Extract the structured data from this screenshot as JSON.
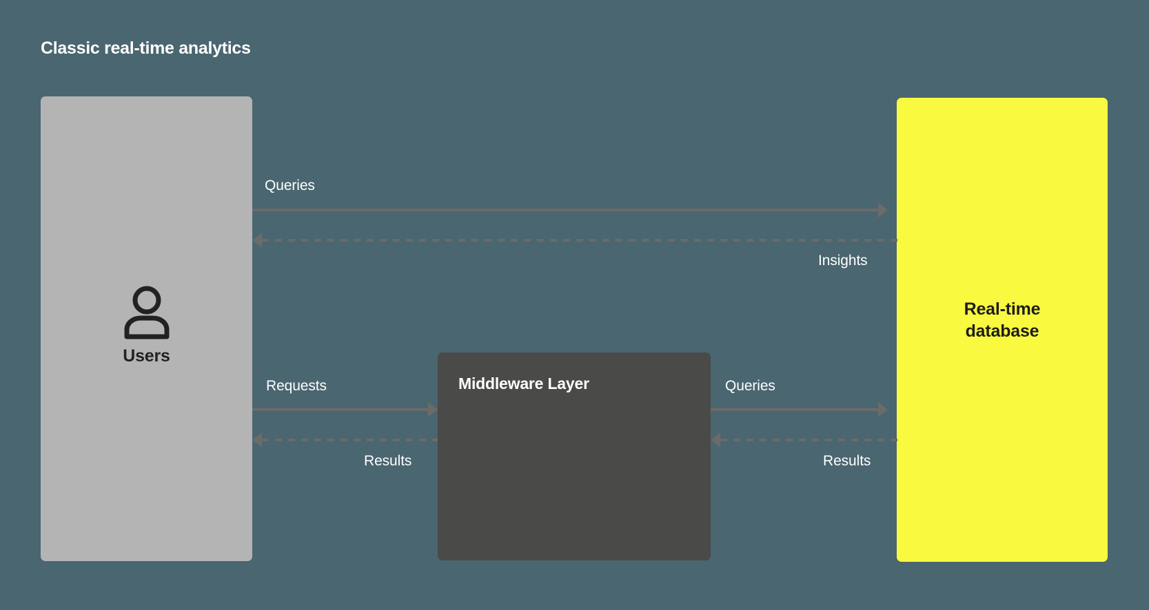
{
  "title": "Classic real-time analytics",
  "colors": {
    "background": "#4a6670",
    "users_box": "#b4b4b4",
    "middleware_box": "#4a4a48",
    "database_box": "#f9f93f",
    "arrow": "#6b6b69",
    "label_text": "#ffffff"
  },
  "nodes": {
    "users": {
      "label": "Users",
      "icon": "user-person-icon"
    },
    "middleware": {
      "label": "Middleware Layer"
    },
    "database": {
      "label": "Real-time\ndatabase",
      "line1": "Real-time",
      "line2": "database"
    }
  },
  "edges": [
    {
      "id": "users-to-db-queries",
      "label": "Queries",
      "style": "solid",
      "direction": "right",
      "from": "users",
      "to": "database"
    },
    {
      "id": "db-to-users-insights",
      "label": "Insights",
      "style": "dashed",
      "direction": "left",
      "from": "database",
      "to": "users"
    },
    {
      "id": "users-to-middleware-requests",
      "label": "Requests",
      "style": "solid",
      "direction": "right",
      "from": "users",
      "to": "middleware"
    },
    {
      "id": "middleware-to-users-results",
      "label": "Results",
      "style": "dashed",
      "direction": "left",
      "from": "middleware",
      "to": "users"
    },
    {
      "id": "middleware-to-db-queries",
      "label": "Queries",
      "style": "solid",
      "direction": "right",
      "from": "middleware",
      "to": "database"
    },
    {
      "id": "db-to-middleware-results",
      "label": "Results",
      "style": "dashed",
      "direction": "left",
      "from": "database",
      "to": "middleware"
    }
  ]
}
